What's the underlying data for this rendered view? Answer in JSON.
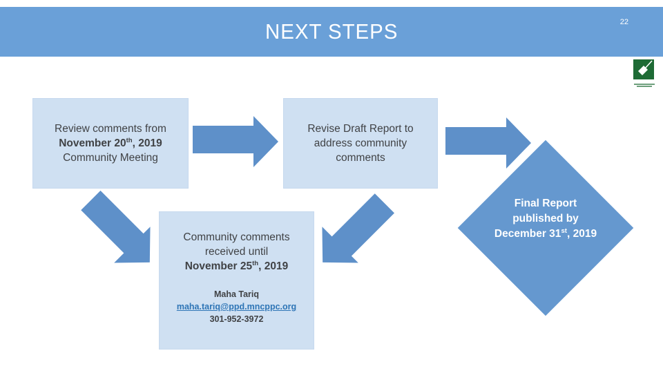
{
  "header": {
    "title": "NEXT STEPS",
    "page_number": "22"
  },
  "logo": {
    "icon": "mncppc-green-logo"
  },
  "steps": {
    "review": {
      "line1": "Review comments from",
      "date_main": "November 20",
      "date_sup": "th",
      "date_tail": ", 2019",
      "line3": "Community Meeting"
    },
    "revise": {
      "line1": "Revise Draft Report to",
      "line2": "address community",
      "line3": "comments"
    },
    "comments": {
      "line1": "Community comments",
      "line2": "received until",
      "date_main": "November 25",
      "date_sup": "th",
      "date_tail": ", 2019"
    },
    "contact": {
      "name": "Maha Tariq",
      "email": "maha.tariq@ppd.mncppc.org",
      "phone": "301-952-3972"
    },
    "final": {
      "line1": "Final Report",
      "line2": "published by",
      "date_main": "December 31",
      "date_sup": "st",
      "date_tail": ", 2019"
    }
  },
  "icons": {
    "arrow1": "arrow-right-icon",
    "arrow2": "arrow-right-icon",
    "arrow3": "arrow-down-right-icon",
    "arrow4": "arrow-down-left-icon"
  },
  "colors": {
    "header_blue": "#6AA0D8",
    "arrow_blue": "#5E90C9",
    "diamond_blue": "#6598CF",
    "box_blue": "#CFE0F2",
    "text_dark": "#404245",
    "link_blue": "#2E75B6",
    "logo_green": "#1E6B35",
    "slide_background": "#FFFFFF"
  }
}
